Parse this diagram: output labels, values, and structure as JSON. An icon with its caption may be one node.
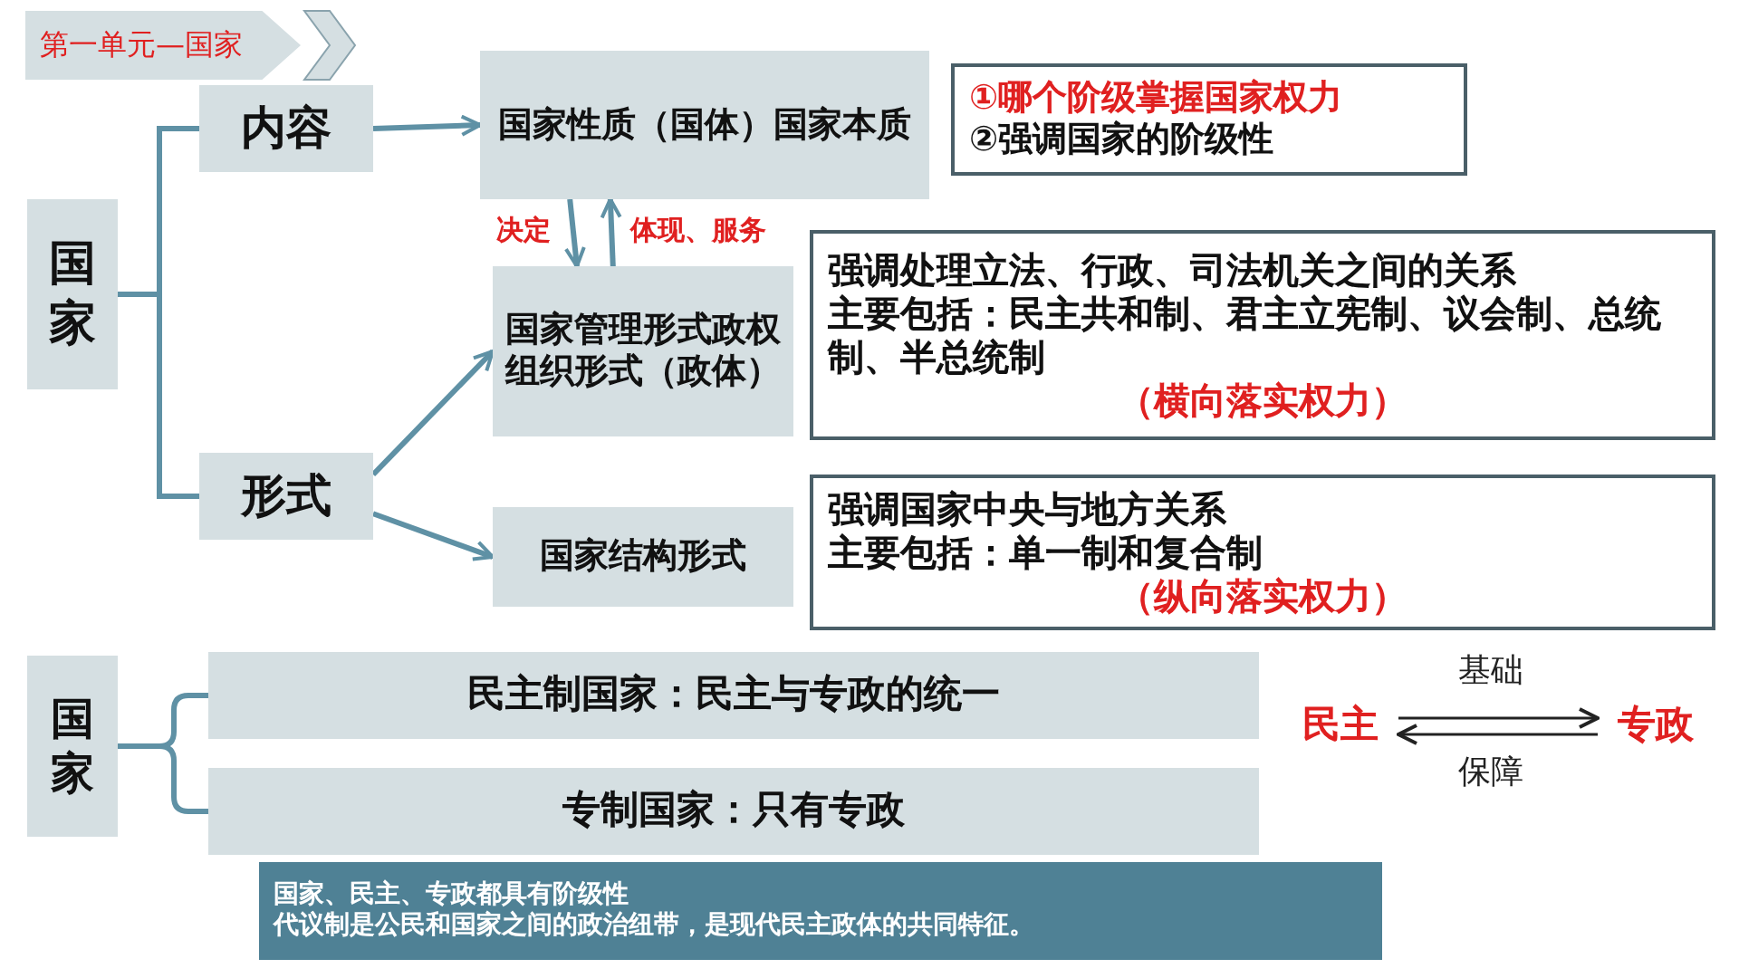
{
  "diagram": {
    "title": "第一单元—国家",
    "nodes": [
      {
        "text": [
          "国家"
        ]
      },
      {
        "text": [
          "内容"
        ]
      },
      {
        "text": [
          "形式"
        ]
      },
      {
        "text": [
          "国家性质（国体）国家本质"
        ]
      },
      {
        "text": [
          "①哪个阶级掌握国家权力",
          "②强调国家的阶级性"
        ]
      },
      {
        "text": [
          "国家管理形式政权组织形式（政体）"
        ]
      },
      {
        "text": [
          "强调处理立法、行政、司法机关之间的关系",
          "主要包括：民主共和制、君主立宪制、议会制、总统制、半总统制",
          "（横向落实权力）"
        ]
      },
      {
        "text": [
          "国家结构形式"
        ]
      },
      {
        "text": [
          "强调国家中央与地方关系",
          "主要包括：单一制和复合制",
          "（纵向落实权力）"
        ]
      },
      {
        "text": [
          "国家"
        ]
      },
      {
        "text": [
          "民主制国家：民主与专政的统一"
        ]
      },
      {
        "text": [
          "专制国家：只有专政"
        ]
      },
      {
        "text": [
          "国家、民主、专政都具有阶级性",
          "代议制是公民和国家之间的政治纽带，是现代民主政体的共同特征。"
        ]
      },
      {
        "text": [
          "民主"
        ]
      },
      {
        "text": [
          "专政"
        ]
      }
    ],
    "edges": [
      {
        "from": 0,
        "to": 1,
        "arrow": "none"
      },
      {
        "from": 0,
        "to": 2,
        "arrow": "none"
      },
      {
        "from": 1,
        "to": 3,
        "arrow": "to"
      },
      {
        "from": 3,
        "to": 5,
        "arrow": "to",
        "label": "决定"
      },
      {
        "from": 5,
        "to": 3,
        "arrow": "to",
        "label": "体现、服务"
      },
      {
        "from": 2,
        "to": 5,
        "arrow": "to"
      },
      {
        "from": 2,
        "to": 7,
        "arrow": "to"
      },
      {
        "from": 9,
        "to": 10,
        "arrow": "none"
      },
      {
        "from": 9,
        "to": 11,
        "arrow": "none"
      },
      {
        "from": 13,
        "to": 14,
        "arrow": "to",
        "label": "基础",
        "color": "#222222"
      },
      {
        "from": 14,
        "to": 13,
        "arrow": "to",
        "label": "保障",
        "color": "#222222"
      }
    ]
  }
}
